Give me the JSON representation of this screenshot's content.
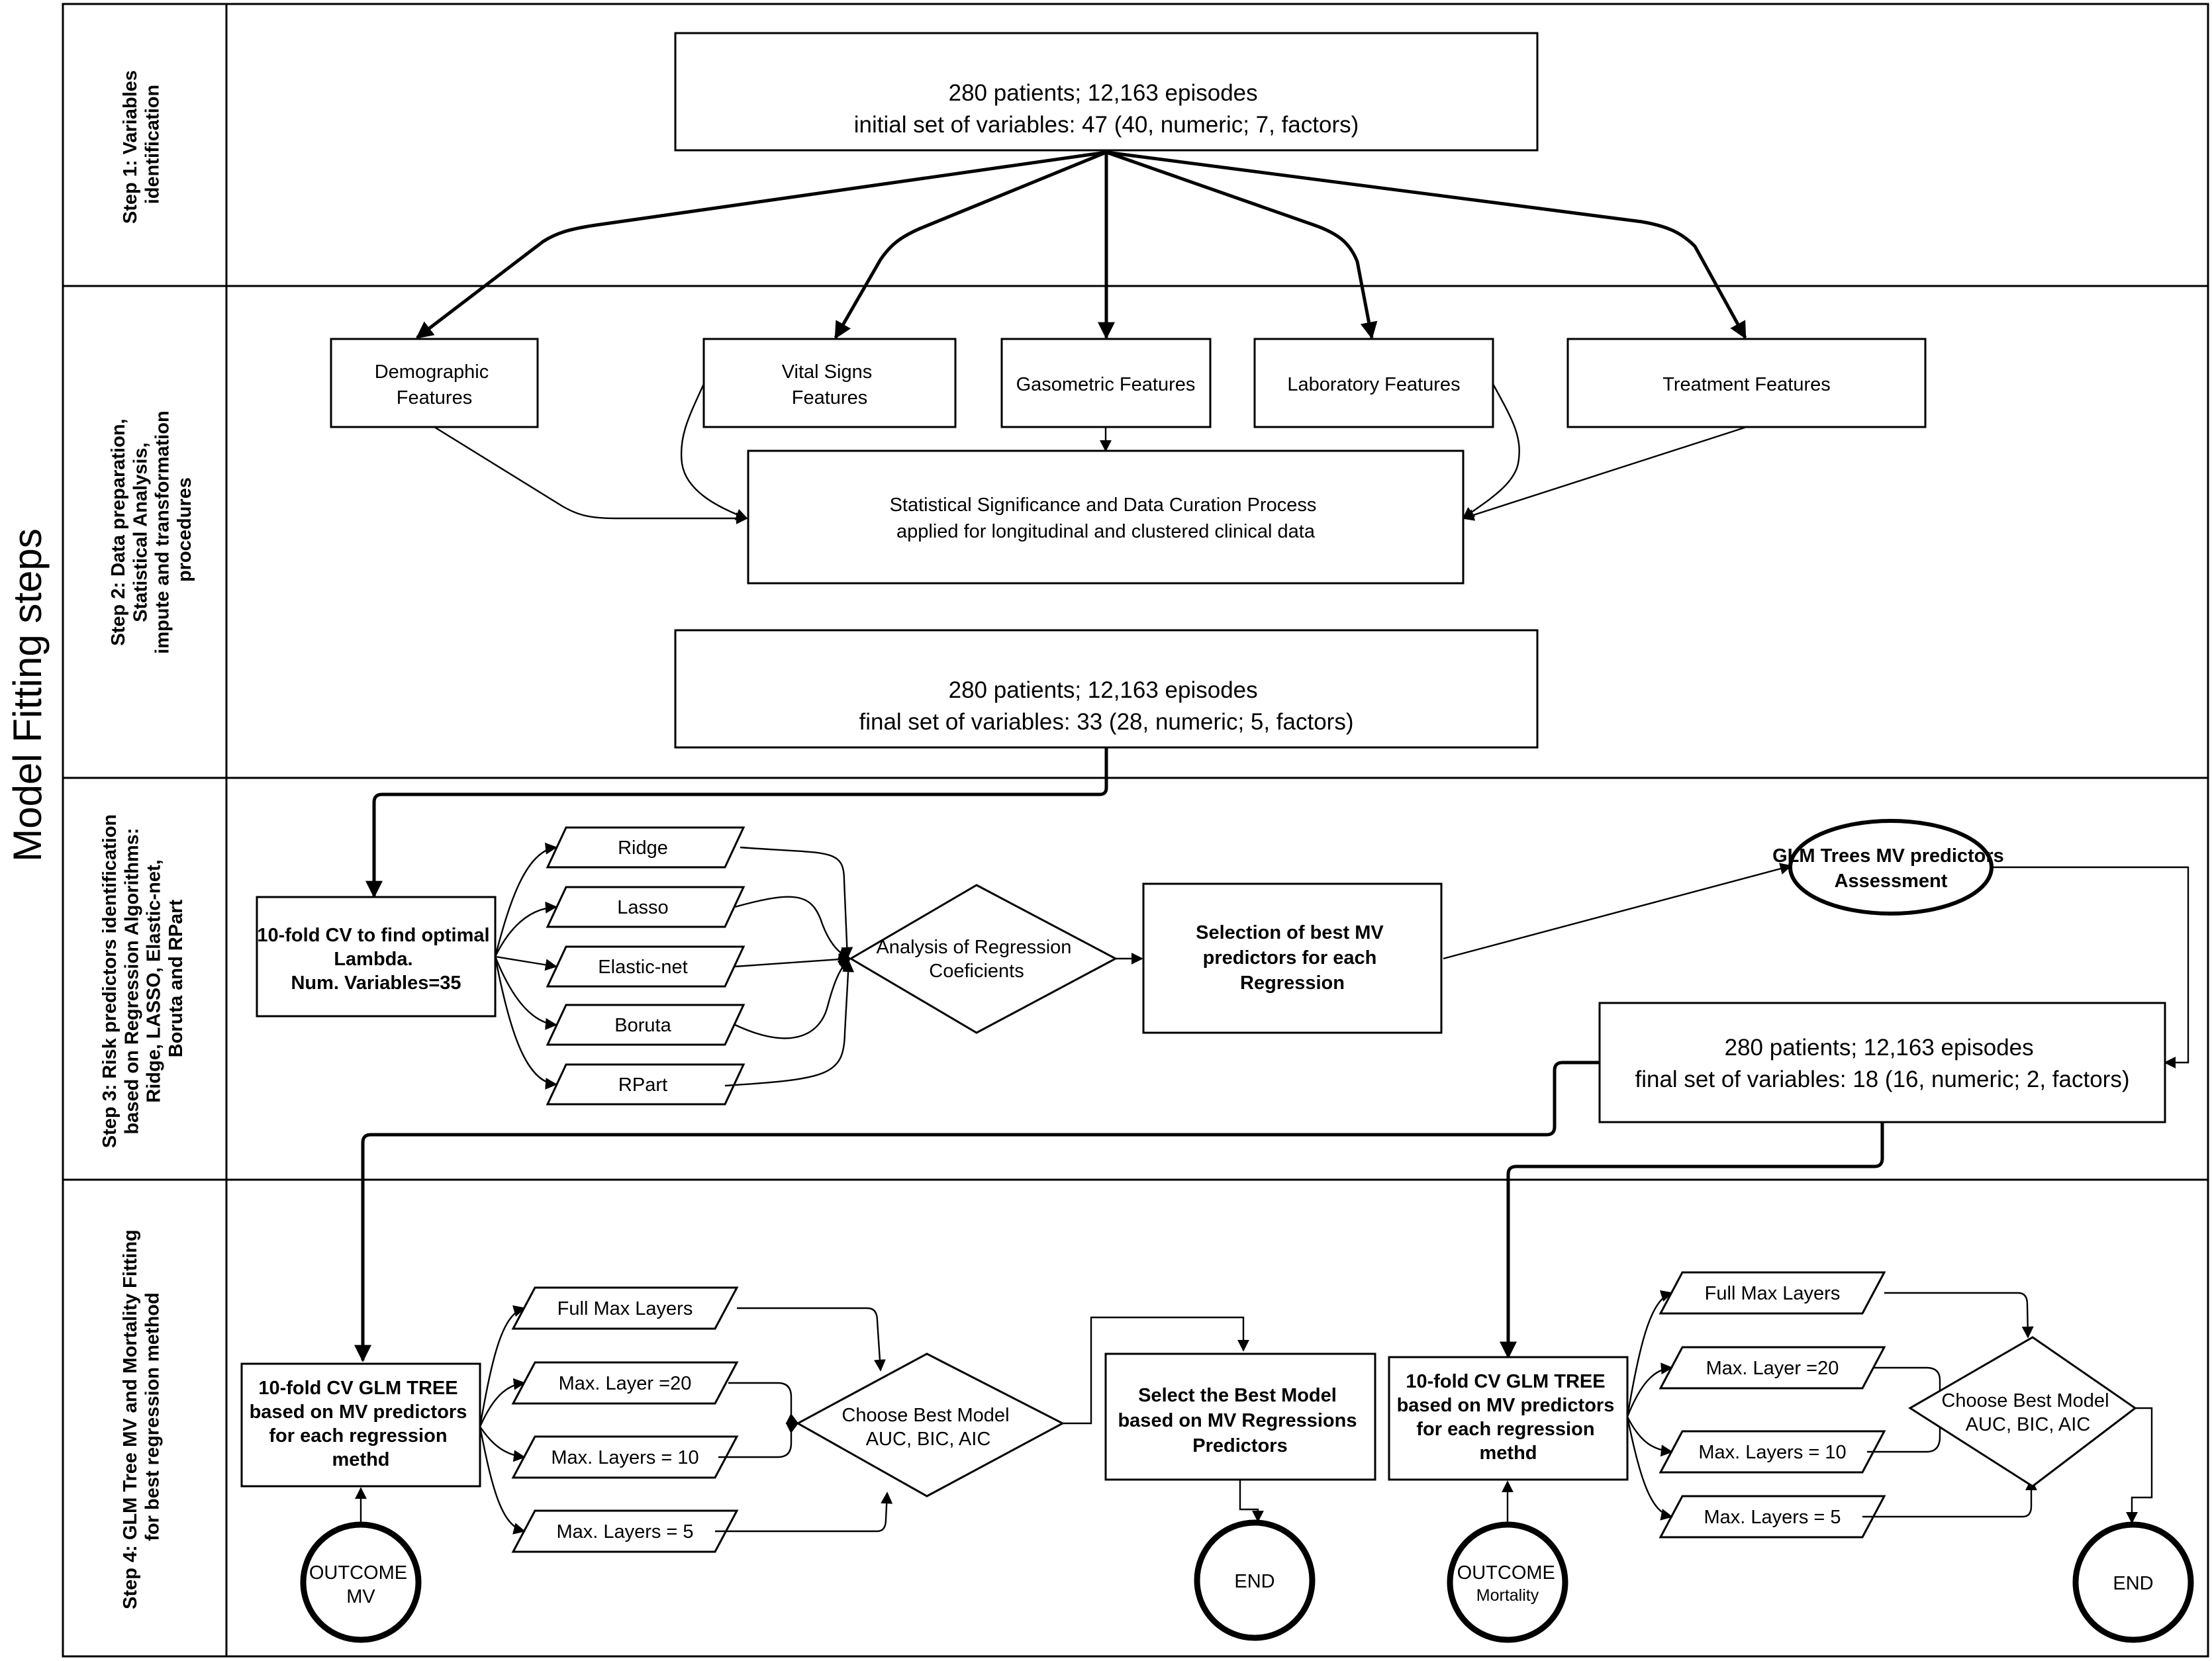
{
  "title": "Model Fitting steps",
  "lanes": {
    "step1": [
      "Step 1: Variables",
      "identification"
    ],
    "step2": [
      "Step 2: Data preparation,",
      "Statistical Analysis,",
      "impute and transformation",
      "procedures"
    ],
    "step3": [
      "Step 3: Risk predictors identification",
      "based on Regression Algorithms:",
      "Ridge, LASSO, Elastic-net,",
      "Boruta and RPart"
    ],
    "step4": [
      "Step 4: GLM Tree MV and Mortality Fitting",
      "for best regression method"
    ]
  },
  "step1": {
    "initial": [
      "280 patients; 12,163 episodes",
      "initial set of variables: 47 (40, numeric; 7, factors)"
    ]
  },
  "step2": {
    "features": {
      "demographic": [
        "Demographic",
        "Features"
      ],
      "vital": [
        "Vital Signs",
        "Features"
      ],
      "gasometric": "Gasometric Features",
      "laboratory": "Laboratory Features",
      "treatment": "Treatment Features"
    },
    "curation": [
      "Statistical Significance and Data Curation Process",
      "applied for longitudinal and clustered clinical data"
    ],
    "final": [
      "280 patients; 12,163 episodes",
      "final set of variables: 33 (28, numeric; 5, factors)"
    ]
  },
  "step3": {
    "cv": [
      "10-fold CV to find optimal",
      "Lambda.",
      "Num. Variables=35"
    ],
    "methods": [
      "Ridge",
      "Lasso",
      "Elastic-net",
      "Boruta",
      "RPart"
    ],
    "analysis": [
      "Analysis of Regression",
      "Coeficients"
    ],
    "selection": [
      "Selection of best MV",
      "predictors for each",
      "Regression"
    ],
    "assessment": [
      "GLM Trees MV predictors",
      "Assessment"
    ],
    "final": [
      "280 patients; 12,163 episodes",
      "final set of variables: 18 (16, numeric; 2, factors)"
    ]
  },
  "step4": {
    "mv": {
      "tree": [
        "10-fold CV GLM TREE",
        "based on MV predictors",
        "for each regression",
        "methd"
      ],
      "layers": [
        "Full Max Layers",
        "Max. Layer =20",
        "Max. Layers = 10",
        "Max. Layers = 5"
      ],
      "choose": [
        "Choose Best Model",
        "AUC, BIC, AIC"
      ],
      "outcome": [
        "OUTCOME",
        "MV"
      ],
      "select": [
        "Select the Best Model",
        "based on MV Regressions",
        "Predictors"
      ],
      "end": "END"
    },
    "mortality": {
      "tree": [
        "10-fold CV GLM TREE",
        "based on MV predictors",
        "for each regression",
        "methd"
      ],
      "layers": [
        "Full Max Layers",
        "Max. Layer =20",
        "Max. Layers = 10",
        "Max. Layers = 5"
      ],
      "choose": [
        "Choose Best Model",
        "AUC, BIC, AIC"
      ],
      "outcome": [
        "OUTCOME",
        "Mortality"
      ],
      "end": "END"
    }
  }
}
